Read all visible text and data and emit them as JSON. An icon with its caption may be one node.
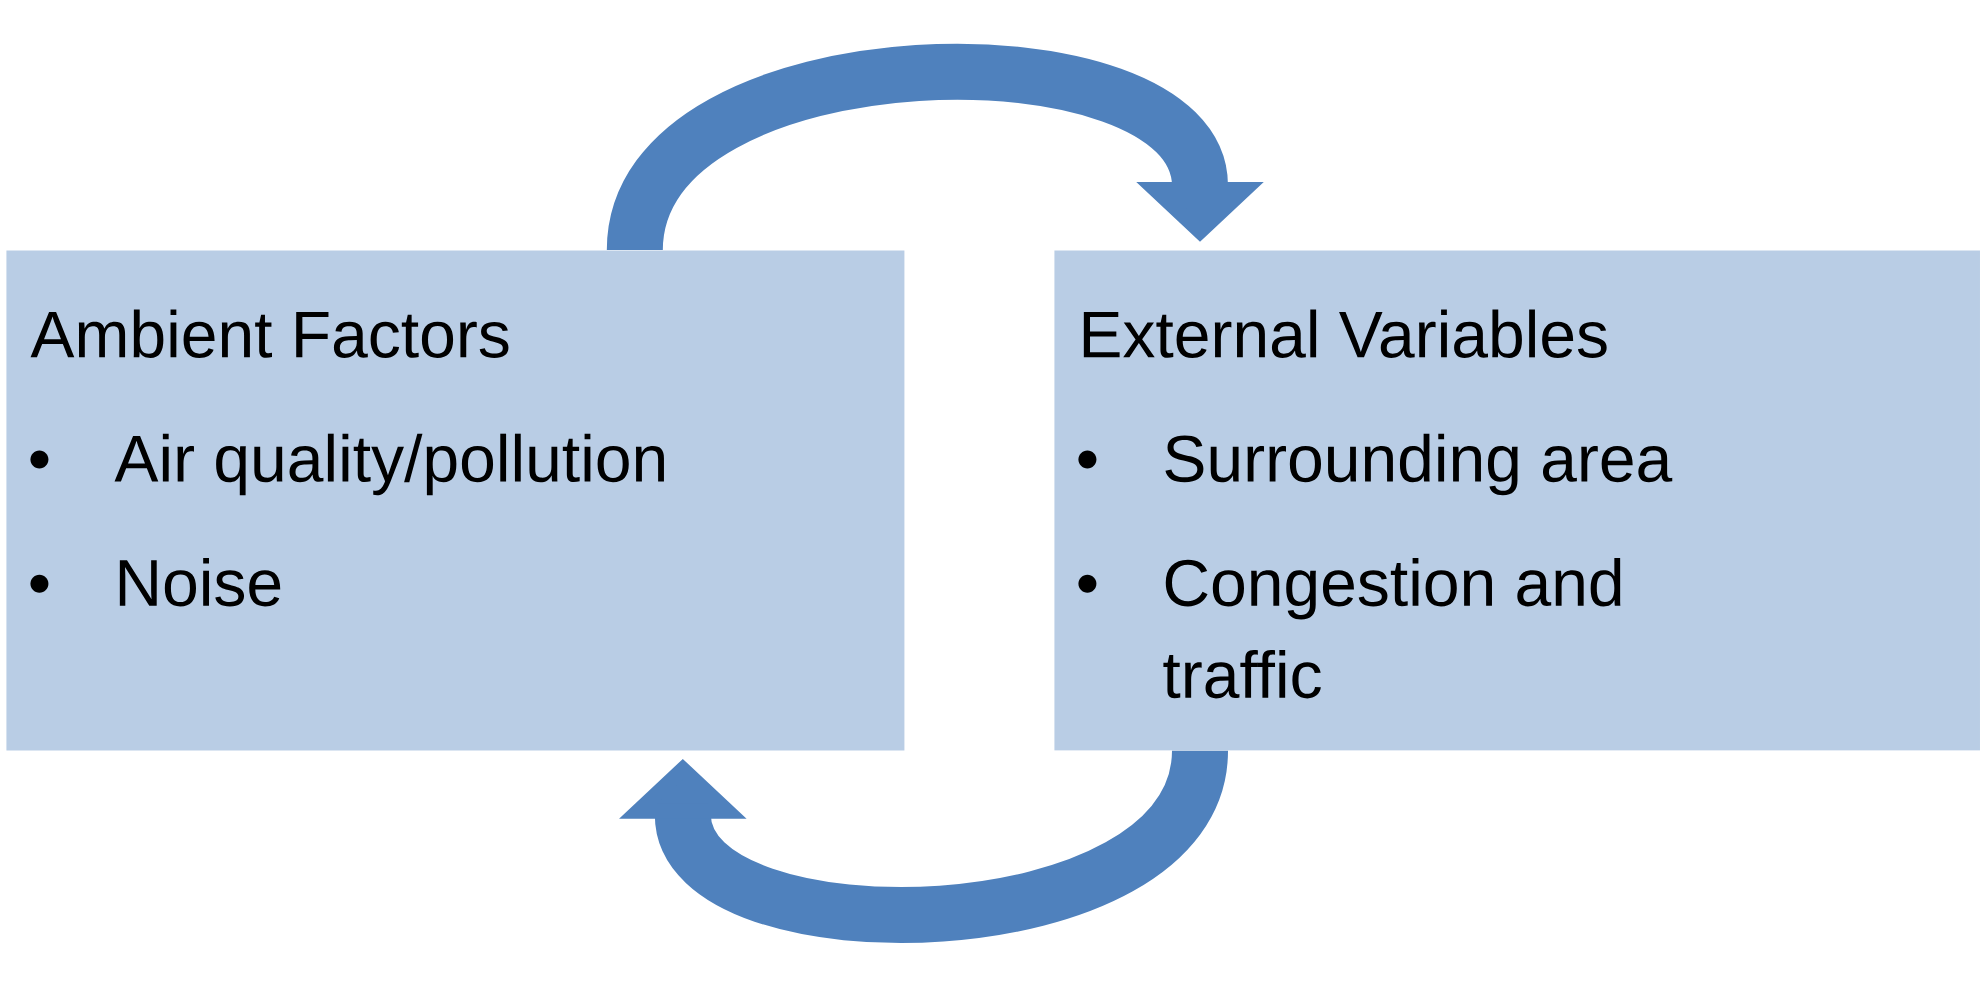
{
  "diagram": {
    "nodes": [
      {
        "text": [
          "Ambient Factors",
          "Air quality/pollution",
          "Noise"
        ]
      },
      {
        "text": [
          "External Variables",
          "Surrounding area",
          "Congestion and traffic"
        ]
      }
    ],
    "edges": [
      {
        "from": 0,
        "to": 1,
        "arrow": "to"
      },
      {
        "from": 1,
        "to": 0,
        "arrow": "to"
      }
    ]
  }
}
